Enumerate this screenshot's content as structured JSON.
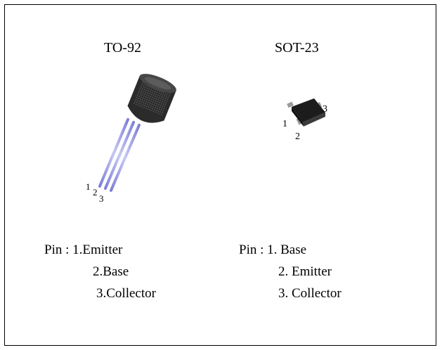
{
  "packages": [
    {
      "title": "TO-92",
      "pin_numbers": [
        "1",
        "2",
        "3"
      ],
      "pins": [
        "Pin :  1.Emitter",
        "2.Base",
        "3.Collector"
      ]
    },
    {
      "title": "SOT-23",
      "pin_numbers": [
        "1",
        "2",
        "3"
      ],
      "pins": [
        "Pin : 1. Base",
        "2. Emitter",
        "3.  Collector"
      ]
    }
  ]
}
